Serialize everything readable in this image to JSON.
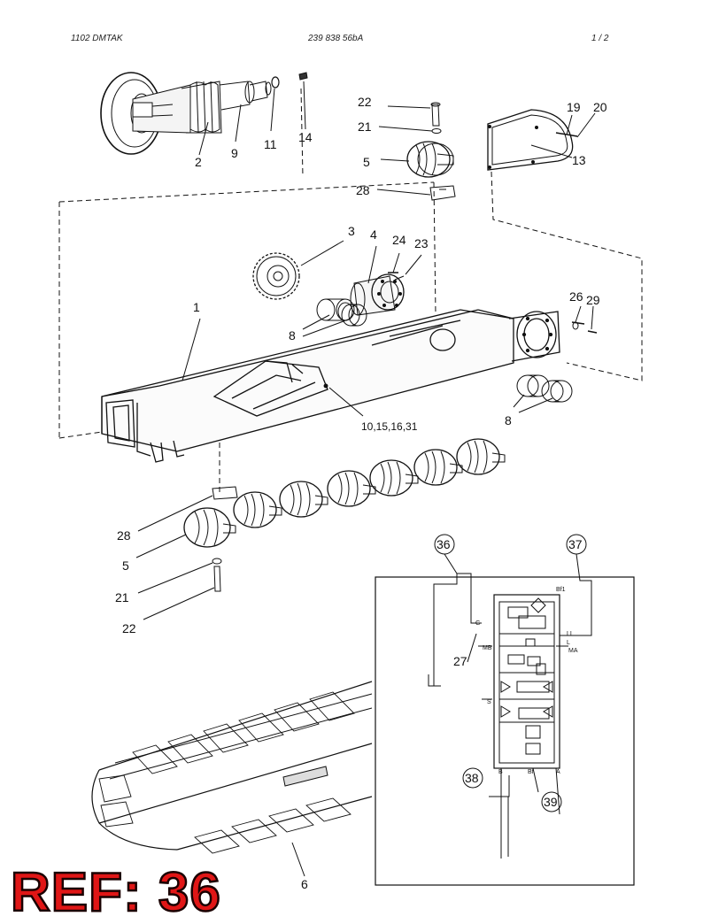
{
  "header": {
    "left": "1102   DMTAK",
    "center": "239 838 56bA",
    "right": "1    /  2"
  },
  "callouts": {
    "c1": "1",
    "c2": "2",
    "c3": "3",
    "c4": "4",
    "c5_top": "5",
    "c5_bottom": "5",
    "c6": "6",
    "c8_left": "8",
    "c8_right": "8",
    "c9": "9",
    "c11": "11",
    "c13": "13",
    "c14": "14",
    "c19": "19",
    "c20": "20",
    "c21_top": "21",
    "c21_bottom": "21",
    "c22_top": "22",
    "c22_bottom": "22",
    "c23": "23",
    "c24": "24",
    "c26": "26",
    "c27": "27",
    "c28_top": "28",
    "c28_bottom": "28",
    "c29": "29",
    "c_multi": "10,15,16,31"
  },
  "schematic": {
    "circle_36": "36",
    "circle_37": "37",
    "circle_38": "38",
    "circle_39": "39",
    "port_bf1": "Bf1",
    "port_g": "G",
    "port_li": "LI",
    "port_l": "L",
    "port_mb": "MB",
    "port_ma": "MA",
    "port_s": "S",
    "port_b": "B",
    "port_bf": "Bf",
    "port_a": "A"
  },
  "ref_label": "REF: 36",
  "colors": {
    "ref_fill": "#e01616",
    "ref_outline": "#1a0000",
    "line": "#111111"
  }
}
